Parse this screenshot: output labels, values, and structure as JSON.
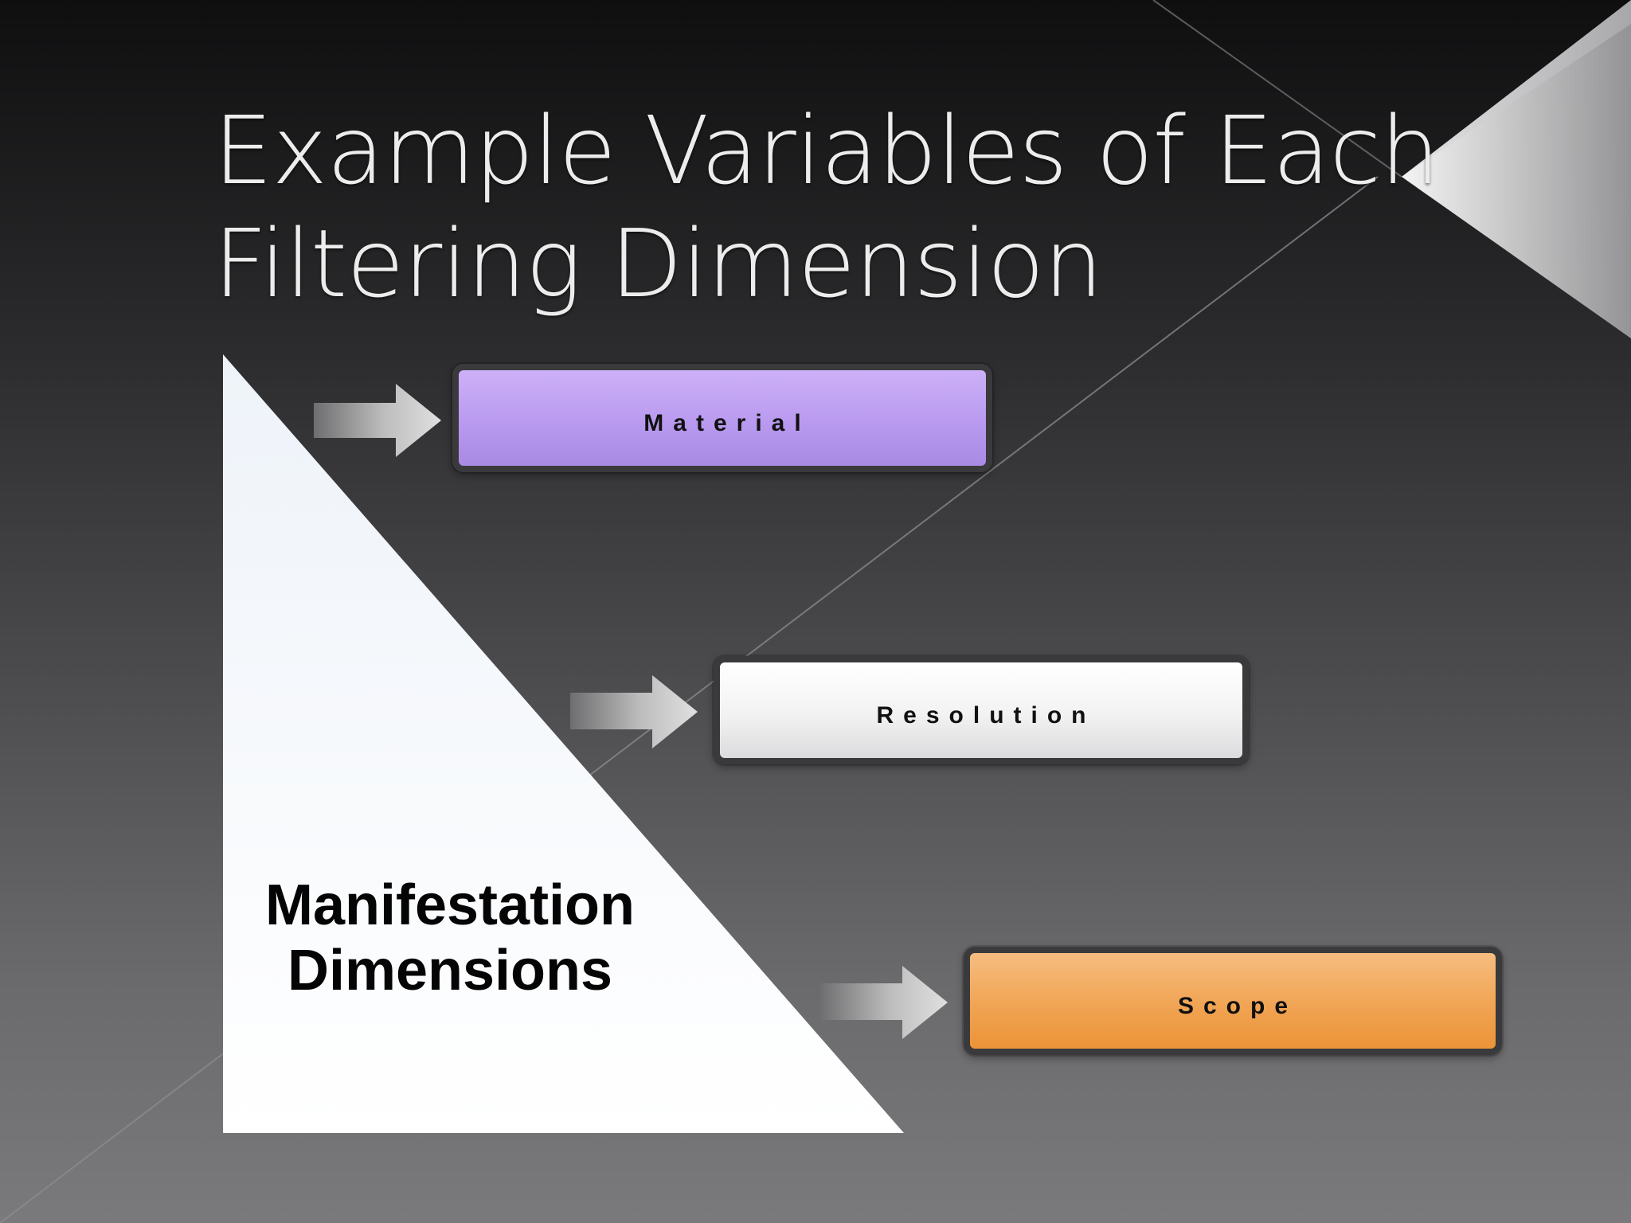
{
  "slide": {
    "title_line1": "Example Variables of Each",
    "title_line2": "Filtering Dimension",
    "triangle_label_line1": "Manifestation",
    "triangle_label_line2": "Dimensions"
  },
  "boxes": [
    {
      "label": "Material",
      "color": "#b99af0"
    },
    {
      "label": "Resolution",
      "color": "#f2f2f2"
    },
    {
      "label": "Scope",
      "color": "#f0a250"
    }
  ],
  "colors": {
    "background_top": "#0f0f10",
    "background_bottom": "#7a7a7c",
    "title_text": "#ececec",
    "triangle_fill": "#f5f7fa",
    "arrow_fill": "#c8c8c8"
  },
  "icons": [
    "right-arrow-icon"
  ]
}
